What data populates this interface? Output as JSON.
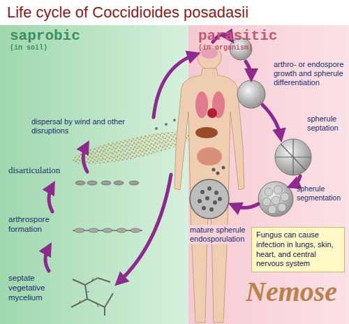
{
  "diagram": {
    "title": "Life cycle of Coccidioides posadasii",
    "nodes": [
      {
        "text": [
          "saprobic",
          "(in soil)"
        ]
      },
      {
        "text": [
          "parasitic",
          "(in organism)"
        ]
      },
      {
        "text": [
          "Fungus can cause infection in lungs, skin, heart, and central nervous system"
        ],
        "in": 1
      }
    ],
    "labels": [
      "dispersal by wind and other disruptions",
      "disarticulation",
      "arthrospore formation",
      "septate vegetative mycelium",
      "mature spherule endosporulation",
      "arthro- or endospore growth and spherule differentiation",
      "spherule septation",
      "spherule segmentation",
      "Nemose"
    ]
  }
}
